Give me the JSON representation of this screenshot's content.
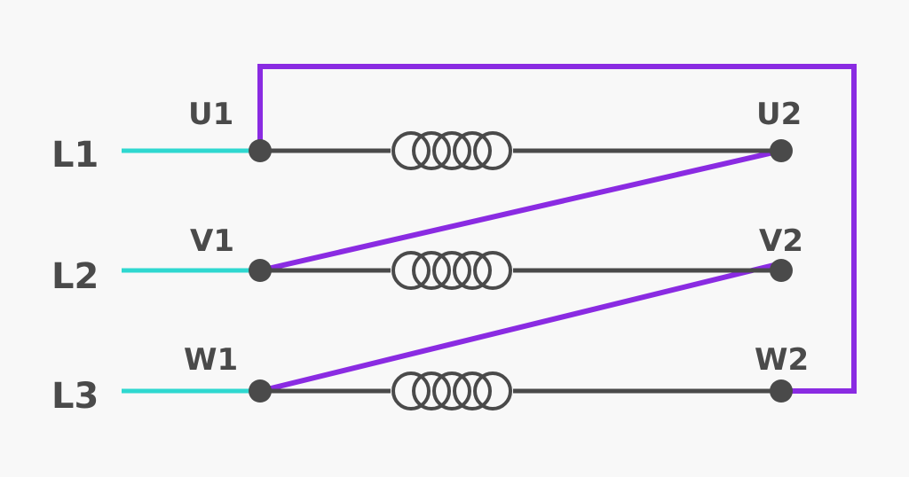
{
  "colors": {
    "background": "#f8f8f8",
    "supply_line": "#2fd8d0",
    "winding": "#4a4a4a",
    "jumper": "#8a2be2",
    "text": "#4a4a4a"
  },
  "lines": [
    {
      "label": "L1"
    },
    {
      "label": "L2"
    },
    {
      "label": "L3"
    }
  ],
  "windings": [
    {
      "start": "U1",
      "end": "U2"
    },
    {
      "start": "V1",
      "end": "V2"
    },
    {
      "start": "W1",
      "end": "W2"
    }
  ]
}
